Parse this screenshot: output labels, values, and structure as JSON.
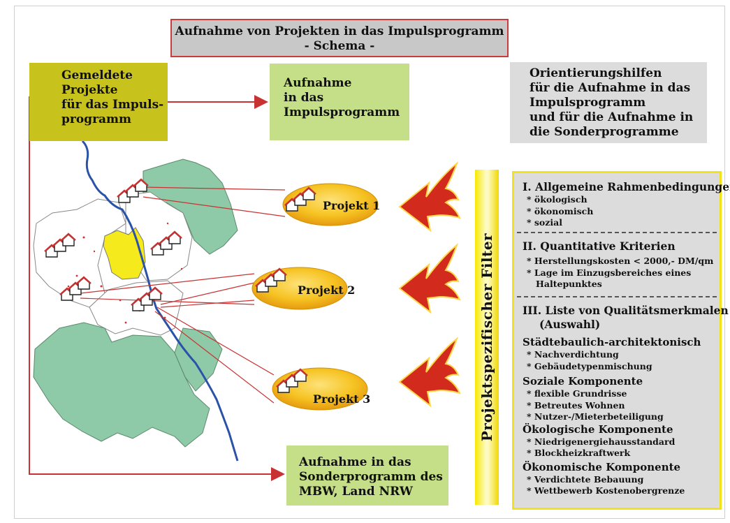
{
  "title": {
    "line1": "Aufnahme von Projekten in das Impulsprogramm",
    "line2": "- Schema -"
  },
  "reported_projects": {
    "lines": [
      "Gemeldete",
      "Projekte",
      "für das Impuls-",
      "programm"
    ]
  },
  "aufnahme_impuls": {
    "lines": [
      "Aufnahme",
      "in das",
      "Impulsprogramm"
    ]
  },
  "orientation": {
    "lines": [
      "Orientierungshilfen",
      "für die Aufnahme in das",
      "Impulsprogramm",
      "und für die  Aufnahme in",
      "die Sonderprogramme"
    ]
  },
  "projects": [
    "Projekt 1",
    "Projekt 2",
    "Projekt 3"
  ],
  "filter_label": "Projektspezifischer Filter",
  "criteria": {
    "section1": {
      "heading": "I. Allgemeine Rahmenbedingungen",
      "items": [
        "* ökologisch",
        "* ökonomisch",
        "* sozial"
      ]
    },
    "section2": {
      "heading": "II. Quantitative Kriterien",
      "items": [
        "* Herstellungskosten < 2000,- DM/qm",
        "* Lage im Einzugsbereiches eines",
        "   Haltepunktes"
      ]
    },
    "section3": {
      "heading": "III. Liste von Qualitätsmerkmalen",
      "heading2": "(Auswahl)",
      "groups": [
        {
          "title": "Städtebaulich-architektonisch",
          "items": [
            "* Nachverdichtung",
            "* Gebäudetypenmischung"
          ]
        },
        {
          "title": "Soziale Komponente",
          "items": [
            "* flexible Grundrisse",
            "* Betreutes Wohnen",
            "* Nutzer-/Mieterbeteiligung"
          ]
        },
        {
          "title": "Ökologische Komponente",
          "items": [
            "* Niedrigenergiehausstandard",
            "* Blockheizkraftwerk"
          ]
        },
        {
          "title": "Ökonomische Komponente",
          "items": [
            "* Verdichtete Bebauung",
            "* Wettbewerb Kostenobergrenze"
          ]
        }
      ]
    }
  },
  "sonder": {
    "lines": [
      "Aufnahme in das",
      "Sonderprogramm des",
      "MBW, Land NRW"
    ]
  },
  "colors": {
    "arrow_red": "#c83232",
    "map_green": "#8ec9a8",
    "map_yellow": "#f5ea1c",
    "ellipse_gold": "#f3c21a",
    "river_blue": "#2a52a8",
    "frame_yellow": "#f1e21c"
  }
}
